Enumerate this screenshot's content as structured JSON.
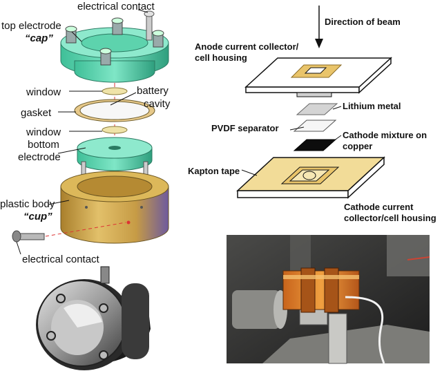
{
  "left_diagram": {
    "electrical_contact_top": "electrical contact",
    "top_electrode": "top electrode",
    "cap": "“cap”",
    "window_1": "window",
    "battery": "battery",
    "cavity": "cavity",
    "gasket": "gasket",
    "window_2": "window",
    "bottom": "bottom",
    "electrode": "electrode",
    "plastic_body": "plastic body",
    "cup": "“cup”",
    "electrical_contact_bottom": "electrical contact"
  },
  "right_diagram": {
    "direction_of_beam": "Direction of beam",
    "anode_line1": "Anode current collector/",
    "anode_line2": "cell housing",
    "lithium_metal": "Lithium metal",
    "pvdf_separator": "PVDF separator",
    "cathode_mix_line1": "Cathode mixture on",
    "cathode_mix_line2": "copper",
    "kapton_tape": "Kapton tape",
    "cathode_cc_line1": "Cathode current",
    "cathode_cc_line2": "collector/cell housing"
  },
  "colors": {
    "teal_part": "#5fd6b0",
    "teal_dark": "#2f9f7e",
    "brass_body": "#c9a24a",
    "kapton": "#e8c56c",
    "photo_bg": "#2c2c2c"
  }
}
